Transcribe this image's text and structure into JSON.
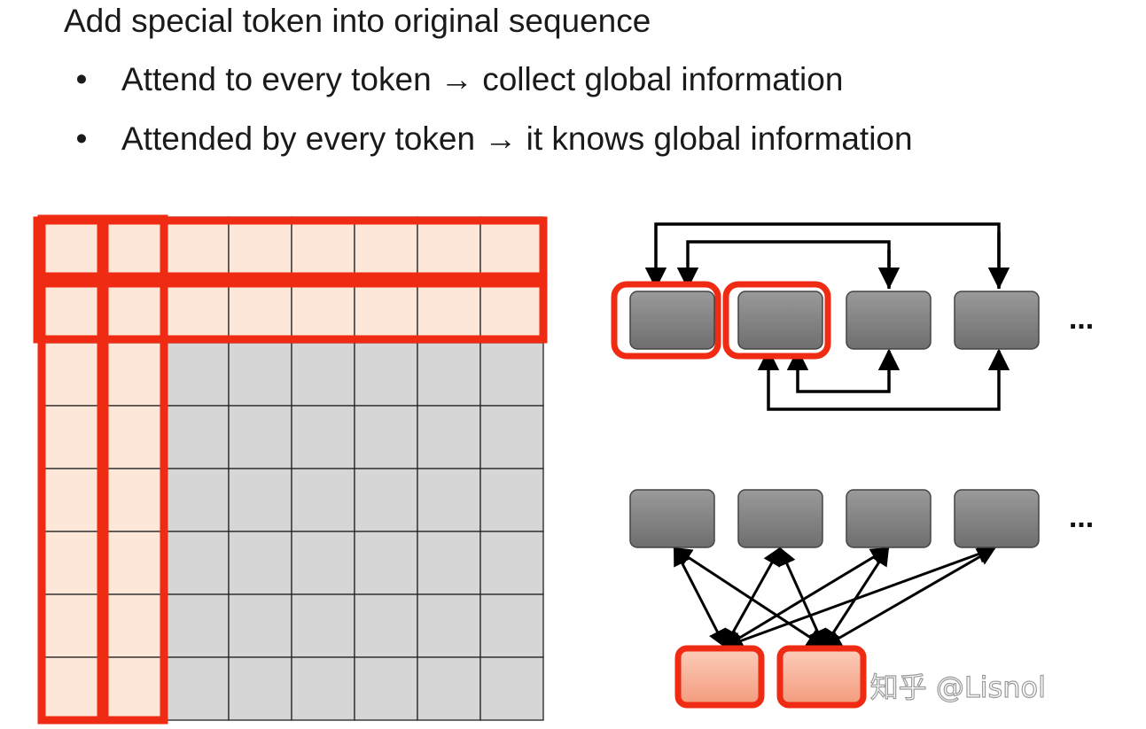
{
  "heading": "Add special token into original sequence",
  "bullets": [
    {
      "marker": "•",
      "text": "Attend to every token → collect global information"
    },
    {
      "marker": "•",
      "text": "Attended by every token → it knows global information"
    }
  ],
  "grid": {
    "rows": 8,
    "cols": 8,
    "special_count": 2
  },
  "top_diagram": {
    "token_count": 4,
    "special_count": 2,
    "ellipsis": "..."
  },
  "bottom_diagram": {
    "token_count": 4,
    "special_count": 2,
    "ellipsis": "..."
  },
  "watermark": "知乎 @Lisnol",
  "colors": {
    "highlight_red": "#f02b13",
    "special_fill": "#fde7d9",
    "normal_fill": "#d6d6d6",
    "token_gray": "#808080",
    "special_token_fill": "#f8b39a"
  }
}
